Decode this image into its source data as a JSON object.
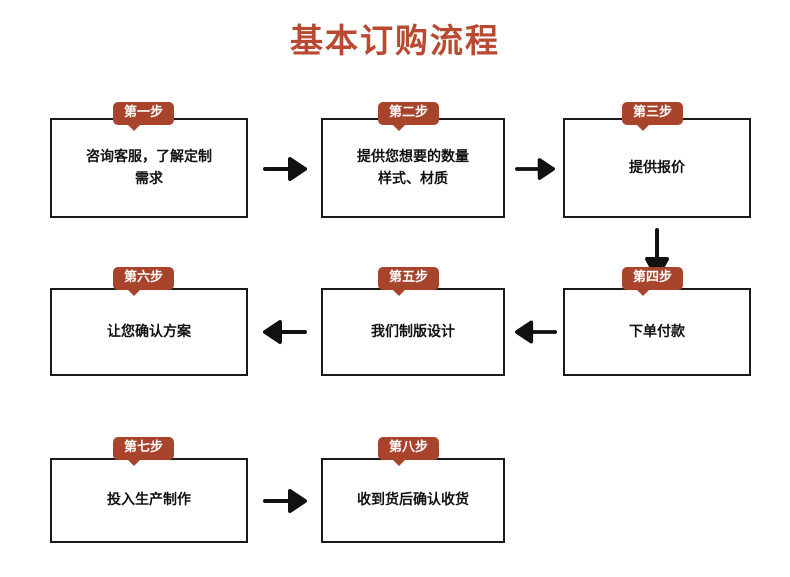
{
  "title": "基本订购流程",
  "colors": {
    "title": "#b94a32",
    "badge_bg": "#a8432c",
    "box_border": "#1a1a1a",
    "arrow": "#111111",
    "background": "#ffffff"
  },
  "steps": [
    {
      "badge": "第一步",
      "text": "咨询客服，了解定制\n需求"
    },
    {
      "badge": "第二步",
      "text": "提供您想要的数量\n样式、材质"
    },
    {
      "badge": "第三步",
      "text": "提供报价"
    },
    {
      "badge": "第四步",
      "text": "下单付款"
    },
    {
      "badge": "第五步",
      "text": "我们制版设计"
    },
    {
      "badge": "第六步",
      "text": "让您确认方案"
    },
    {
      "badge": "第七步",
      "text": "投入生产制作"
    },
    {
      "badge": "第八步",
      "text": "收到货后确认收货"
    }
  ],
  "connectors": [
    {
      "name": "arrow-step1-to-step2",
      "direction": "right"
    },
    {
      "name": "arrow-step2-to-step3",
      "direction": "right"
    },
    {
      "name": "arrow-step3-to-step4",
      "direction": "down"
    },
    {
      "name": "arrow-step4-to-step5",
      "direction": "left"
    },
    {
      "name": "arrow-step5-to-step6",
      "direction": "left"
    },
    {
      "name": "arrow-step7-to-step8",
      "direction": "right"
    }
  ]
}
